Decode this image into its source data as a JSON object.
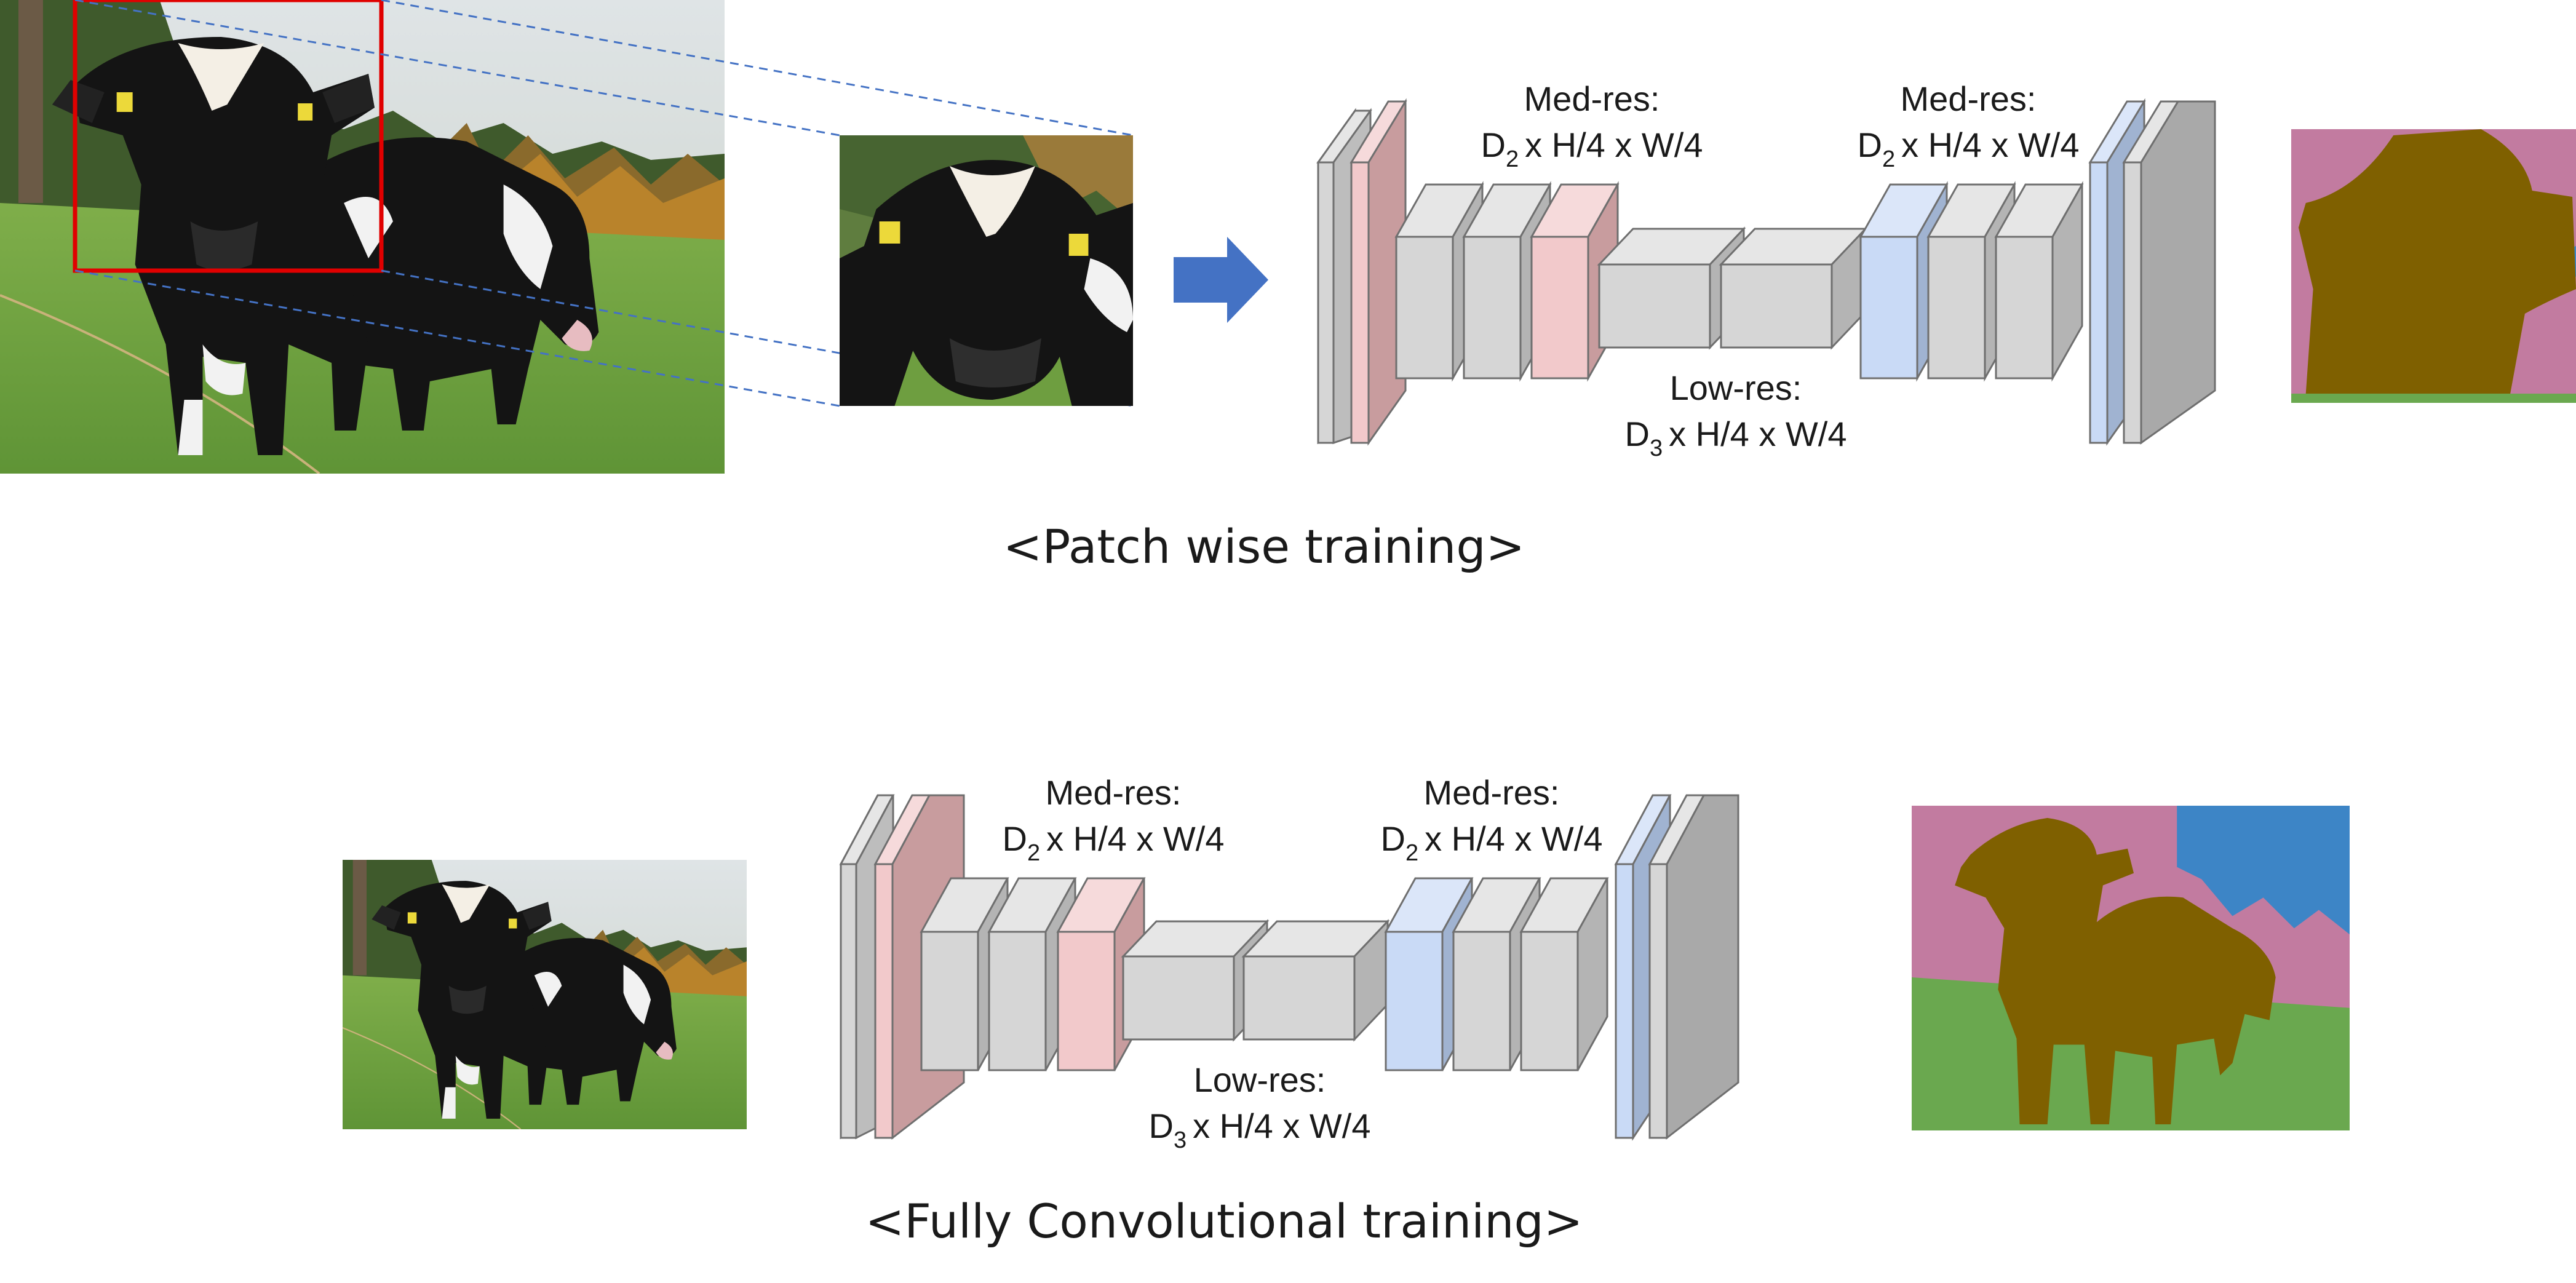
{
  "colors": {
    "block_gray": "#d6d6d6",
    "block_pink": "#f2c9cb",
    "block_blue": "#c9daf6",
    "arrow_blue": "#4472c4",
    "crop_red": "#e00000",
    "seg_pink": "#c27ba0",
    "seg_brown": "#7f6000",
    "seg_green": "#6aa84f",
    "seg_blue": "#3d85c6"
  },
  "patch_wise": {
    "caption": "<Patch wise training>",
    "label_med_left_1": "Med-res:",
    "label_med_left_2": "x H/4 x W/4",
    "label_med_left_d": "D",
    "label_med_left_sub": "2",
    "label_med_right_1": "Med-res:",
    "label_med_right_2": "x H/4 x W/4",
    "label_med_right_d": "D",
    "label_med_right_sub": "2",
    "label_low_1": "Low-res:",
    "label_low_2": "x H/4 x W/4",
    "label_low_d": "D",
    "label_low_sub": "3"
  },
  "fully_conv": {
    "caption": "<Fully Convolutional training>",
    "label_med_left_1": "Med-res:",
    "label_med_left_2": "x H/4 x W/4",
    "label_med_left_d": "D",
    "label_med_left_sub": "2",
    "label_med_right_1": "Med-res:",
    "label_med_right_2": "x H/4 x W/4",
    "label_med_right_d": "D",
    "label_med_right_sub": "2",
    "label_low_1": "Low-res:",
    "label_low_2": "x H/4 x W/4",
    "label_low_d": "D",
    "label_low_sub": "3"
  }
}
